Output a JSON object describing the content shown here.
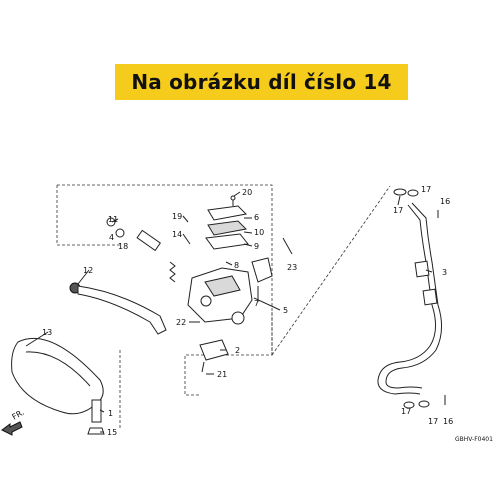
{
  "banner": {
    "text": "Na obrázku díl číslo 14"
  },
  "diagram": {
    "code": "GBHV-F0401",
    "direction_label": "FR.",
    "callouts": {
      "n1": "1",
      "n2": "2",
      "n3": "3",
      "n4": "4",
      "n5": "5",
      "n6": "6",
      "n7": "7",
      "n8": "8",
      "n9": "9",
      "n10": "10",
      "n11": "11",
      "n12": "12",
      "n13": "13",
      "n14": "14",
      "n15": "15",
      "n16a": "16",
      "n16b": "16",
      "n17a": "17",
      "n17b": "17",
      "n17c": "17",
      "n17d": "17",
      "n18": "18",
      "n19": "19",
      "n20": "20",
      "n21": "21",
      "n22": "22",
      "n23": "23"
    }
  }
}
